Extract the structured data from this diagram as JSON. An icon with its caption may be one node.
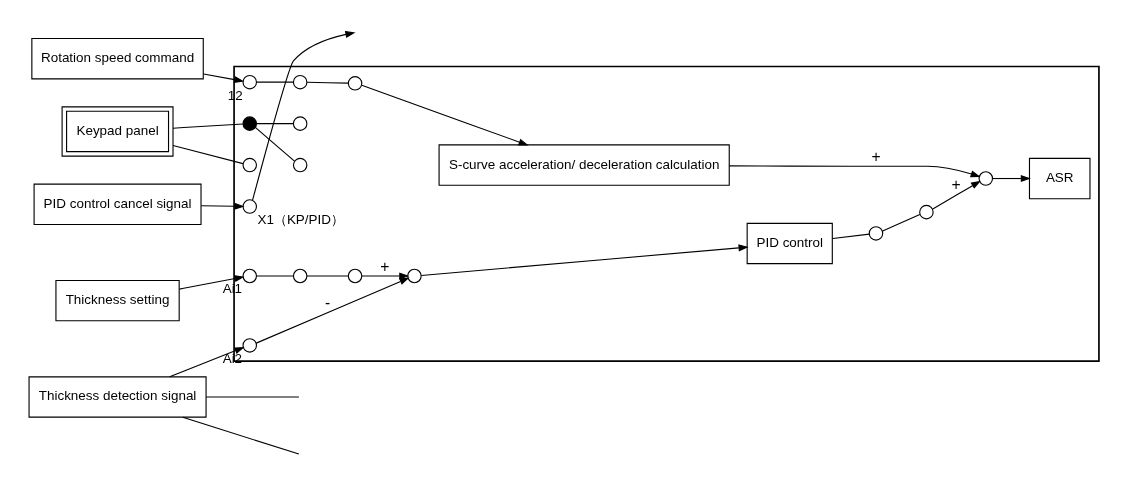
{
  "diagram": {
    "nodes": [
      {
        "text": [],
        "shape": "box"
      },
      {
        "text": [
          "Rotation speed command"
        ]
      },
      {
        "text": [
          "PID control cancel signal"
        ]
      },
      {
        "text": [
          "Thickness setting"
        ]
      },
      {
        "text": [
          "Thickness detection signal"
        ]
      },
      {
        "text": [],
        "shape": "circle",
        "in": 0,
        "beside": [
          "12"
        ]
      },
      {
        "text": [],
        "shape": "circle",
        "in": 0,
        "beside": [
          "X1（KP/PID）"
        ]
      },
      {
        "text": [],
        "shape": "circle",
        "in": 0,
        "beside": [
          "Ai1"
        ]
      },
      {
        "text": [],
        "shape": "circle",
        "in": 0,
        "beside": [
          "Ai2"
        ]
      },
      {
        "text": [],
        "shape": "circle",
        "in": 0
      },
      {
        "text": [],
        "shape": "circle",
        "in": 0
      },
      {
        "text": [],
        "shape": "circle",
        "in": 0
      },
      {
        "text": [],
        "shape": "circle",
        "in": 0
      },
      {
        "text": [],
        "shape": "circle",
        "in": 0
      },
      {
        "text": [],
        "shape": "circle",
        "in": 0
      },
      {
        "text": [],
        "shape": "dot",
        "in": 0
      },
      {
        "text": [],
        "shape": "circle",
        "in": 0
      },
      {
        "text": [
          "S-curve acceleration/ deceleration calculation"
        ],
        "in": 0
      },
      {
        "text": [],
        "shape": "circle",
        "in": 0
      },
      {
        "text": [
          "ASR"
        ],
        "in": 0
      },
      {
        "text": [
          "PID control"
        ],
        "in": 0
      },
      {
        "text": [],
        "shape": "circle",
        "in": 0
      },
      {
        "text": [],
        "shape": "circle",
        "in": 0
      },
      {
        "text": [],
        "shape": "circle",
        "in": 0
      },
      {
        "text": [
          "Keypad panel"
        ]
      }
    ],
    "edges": [
      {
        "from": 1,
        "to": 5,
        "arrow": "to"
      },
      {
        "from": 2,
        "to": 6,
        "arrow": "to"
      },
      {
        "from": 3,
        "to": 7,
        "arrow": "to"
      },
      {
        "from": 4,
        "to": 8,
        "arrow": "to"
      },
      {
        "from": 5,
        "to": 9,
        "arrow": "none"
      },
      {
        "from": 9,
        "to": 10,
        "arrow": "none"
      },
      {
        "from": 10,
        "to": 17,
        "arrow": "to"
      },
      {
        "from": 17,
        "to": 18,
        "arrow": "to",
        "label": "+"
      },
      {
        "from": 18,
        "to": 19,
        "arrow": "to"
      },
      {
        "from": 6,
        "to": null,
        "arrow": "to"
      },
      {
        "from": 7,
        "to": 12,
        "arrow": "none"
      },
      {
        "from": 12,
        "to": 13,
        "arrow": "none"
      },
      {
        "from": 13,
        "to": 14,
        "arrow": "to",
        "label": "+"
      },
      {
        "from": 8,
        "to": 14,
        "arrow": "to",
        "label": "-"
      },
      {
        "from": 14,
        "to": 20,
        "arrow": "to"
      },
      {
        "from": 20,
        "to": 21,
        "arrow": "none"
      },
      {
        "from": 21,
        "to": 22,
        "arrow": "none"
      },
      {
        "from": 22,
        "to": 18,
        "arrow": "to",
        "label": "+"
      },
      {
        "from": 24,
        "to": 15,
        "arrow": "none"
      },
      {
        "from": 15,
        "to": 11,
        "arrow": "none"
      },
      {
        "from": 15,
        "to": 16,
        "arrow": "none"
      },
      {
        "from": 24,
        "to": 23,
        "arrow": "none"
      },
      {
        "from": 4,
        "to": null,
        "arrow": "none"
      },
      {
        "from": 4,
        "to": null,
        "arrow": "none"
      }
    ]
  }
}
